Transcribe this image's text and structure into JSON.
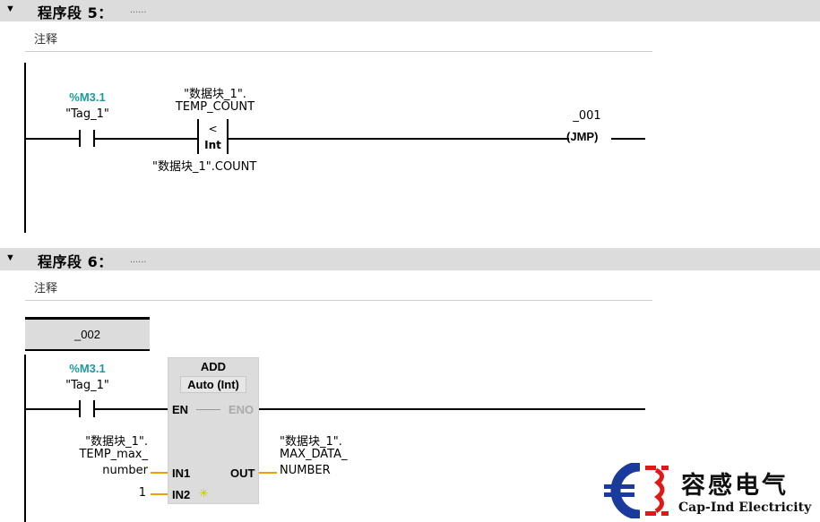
{
  "network5": {
    "title": "程序段 5：",
    "dots": "......",
    "comment": "注释",
    "contact": {
      "address": "%M3.1",
      "name": "\"Tag_1\""
    },
    "compare": {
      "top_operand_line1": "\"数据块_1\".",
      "top_operand_line2": "TEMP_COUNT",
      "operator": "<",
      "type": "Int",
      "bottom_operand": "\"数据块_1\".COUNT"
    },
    "jump": {
      "label": "_001",
      "instruction": "JMP"
    }
  },
  "network6": {
    "title": "程序段 6：",
    "dots": "......",
    "comment": "注释",
    "jump_label": "_002",
    "contact": {
      "address": "%M3.1",
      "name": "\"Tag_1\""
    },
    "add_block": {
      "title": "ADD",
      "type": "Auto (Int)",
      "en": "EN",
      "eno": "ENO",
      "in1": "IN1",
      "in2": "IN2",
      "out": "OUT"
    },
    "in1_operand": {
      "line1": "\"数据块_1\".",
      "line2": "TEMP_max_",
      "line3": "number"
    },
    "in2_operand": "1",
    "out_operand": {
      "line1": "\"数据块_1\".",
      "line2": "MAX_DATA_",
      "line3": "NUMBER"
    }
  },
  "logo": {
    "cn": "容感电气",
    "en": "Cap-Ind Electricity"
  },
  "colors": {
    "address": "#1d9aa0",
    "header_bg": "#dcdcdc",
    "wire_orange": "#f0a000",
    "logo_blue": "#1a3a9c",
    "logo_red": "#e01818"
  }
}
